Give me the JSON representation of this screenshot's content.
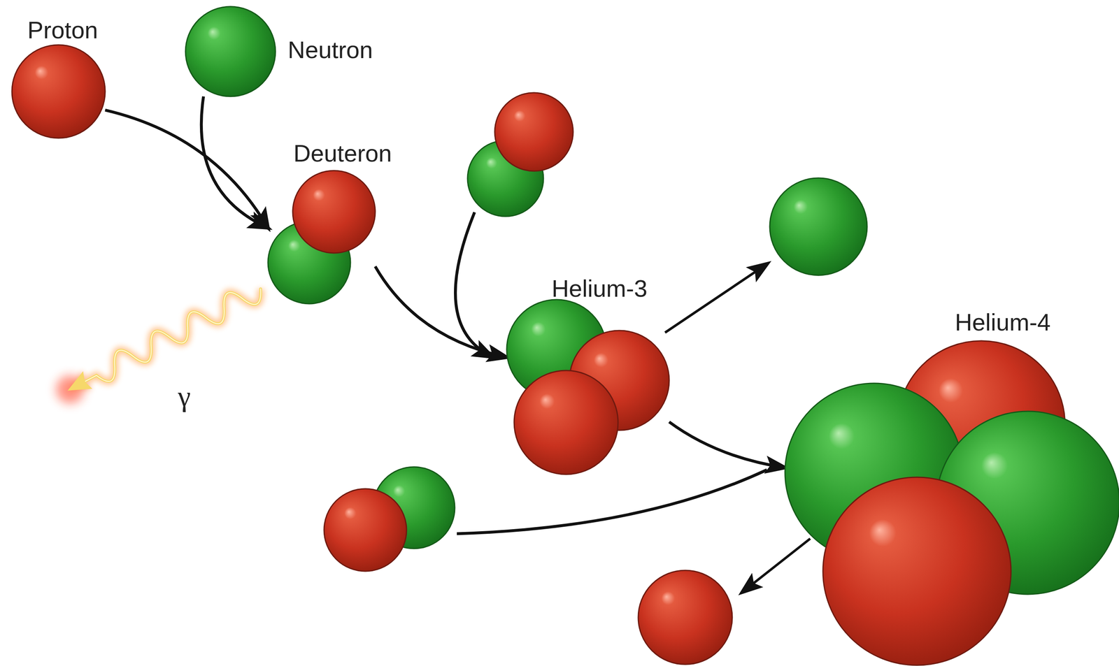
{
  "diagram": {
    "nodes": [
      {
        "text": [
          "Proton"
        ]
      },
      {
        "text": [
          "Neutron"
        ]
      },
      {
        "text": [
          "Deuteron"
        ]
      },
      {
        "text": [
          "Helium-3"
        ]
      },
      {
        "text": [
          "Helium-4"
        ]
      }
    ],
    "edges": [
      {
        "from": 0,
        "to": 2,
        "arrow": "to"
      },
      {
        "from": 1,
        "to": 2,
        "arrow": "to"
      },
      {
        "from": 2,
        "to": 3,
        "arrow": "to"
      },
      {
        "from": 3,
        "to": 4,
        "arrow": "to"
      }
    ],
    "labels": [
      "γ"
    ]
  }
}
